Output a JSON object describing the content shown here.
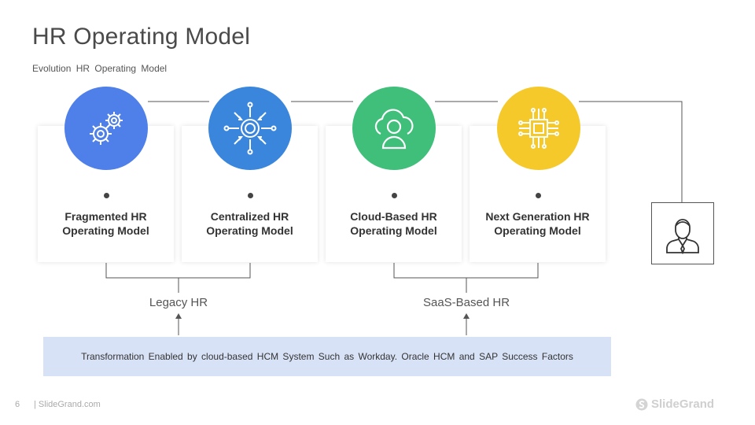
{
  "title": "HR Operating Model",
  "subtitle": "Evolution HR Operating Model",
  "cards": [
    {
      "label": "Fragmented HR Operating Model",
      "icon": "gears-icon",
      "color": "#4f7fe8"
    },
    {
      "label": "Centralized HR Operating Model",
      "icon": "hub-arrows-icon",
      "color": "#3a86dd"
    },
    {
      "label": "Cloud-Based HR Operating Model",
      "icon": "cloud-person-icon",
      "color": "#3fbf7a"
    },
    {
      "label": "Next Generation HR Operating Model",
      "icon": "chip-icon",
      "color": "#f5c92a"
    }
  ],
  "groups": [
    {
      "label": "Legacy HR"
    },
    {
      "label": "SaaS-Based HR"
    }
  ],
  "banner": "Transformation Enabled by cloud-based HCM System Such as Workday. Oracle HCM and SAP Success Factors",
  "person_icon": "businessman-icon",
  "footer": {
    "page_number": "6",
    "site": "| SlideGrand.com",
    "brand": "SlideGrand"
  }
}
